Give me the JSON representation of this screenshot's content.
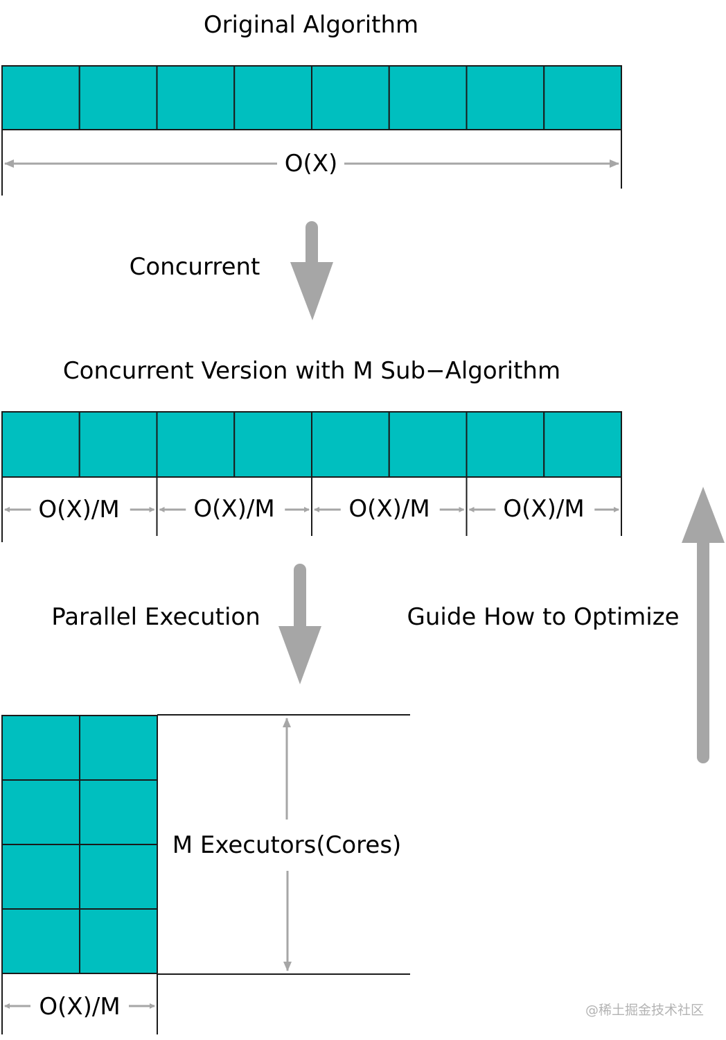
{
  "colors": {
    "cell_fill": "#00bfbf",
    "cell_stroke": "#1a1a1a",
    "arrow": "#a6a6a6",
    "text": "#000000",
    "watermark": "#b3b3b3"
  },
  "original": {
    "title": "Original Algorithm",
    "complexity": "O(X)",
    "cell_count": 8
  },
  "concurrent_step": {
    "label": "Concurrent"
  },
  "concurrent_version": {
    "title": "Concurrent Version with M Sub−Algorithm",
    "cell_count": 8,
    "groups": [
      "O(X)/M",
      "O(X)/M",
      "O(X)/M",
      "O(X)/M"
    ]
  },
  "parallel_step": {
    "label": "Parallel Execution"
  },
  "optimize_step": {
    "label": "Guide How to Optimize"
  },
  "executors": {
    "label": "M Executors(Cores)",
    "rows": 4,
    "cols": 2,
    "complexity": "O(X)/M"
  },
  "watermark": "@稀土掘金技术社区"
}
